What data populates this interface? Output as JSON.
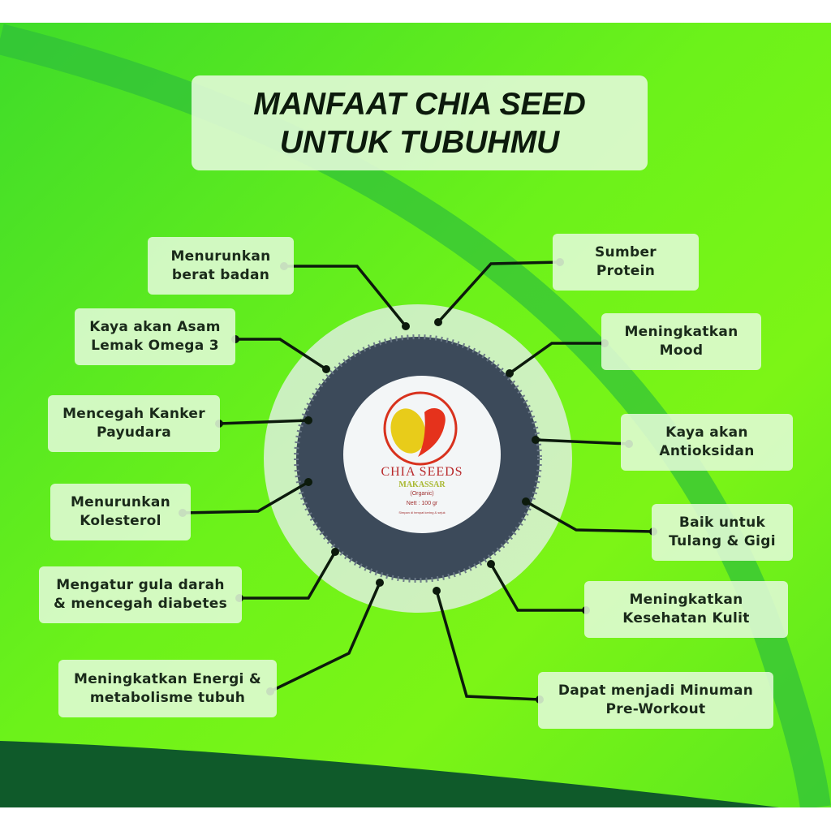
{
  "title": {
    "line1": "MANFAAT CHIA SEED",
    "line2": "UNTUK TUBUHMU"
  },
  "product_label": {
    "brand": "CHIA SEEDS",
    "city": "MAKASSAR",
    "type": "(Organic)",
    "net": "Nett : 100 gr",
    "storage": "Simpan di tempat kering & sejuk"
  },
  "benefits": {
    "left": [
      {
        "l1": "Menurunkan",
        "l2": "berat badan"
      },
      {
        "l1": "Kaya akan Asam",
        "l2": "Lemak Omega 3"
      },
      {
        "l1": "Mencegah Kanker",
        "l2": "Payudara"
      },
      {
        "l1": "Menurunkan",
        "l2": "Kolesterol"
      },
      {
        "l1": "Mengatur gula darah",
        "l2": "& mencegah diabetes"
      },
      {
        "l1": "Meningkatkan Energi &",
        "l2": "metabolisme tubuh"
      }
    ],
    "right": [
      {
        "l1": "Sumber",
        "l2": "Protein"
      },
      {
        "l1": "Meningkatkan",
        "l2": "Mood"
      },
      {
        "l1": "Kaya akan",
        "l2": "Antioksidan"
      },
      {
        "l1": "Baik untuk",
        "l2": "Tulang & Gigi"
      },
      {
        "l1": "Meningkatkan",
        "l2": "Kesehatan Kulit"
      },
      {
        "l1": "Dapat menjadi Minuman",
        "l2": "Pre-Workout"
      }
    ]
  },
  "colors": {
    "green": "#6cf21a",
    "dark_green": "#0f5a2a",
    "connector": "#0c1a0c"
  }
}
